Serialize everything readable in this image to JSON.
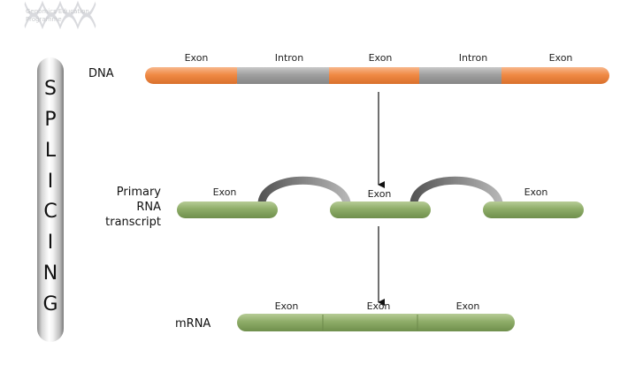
{
  "logo": {
    "icon": "dna-helix-icon",
    "line1": "Genomics Education",
    "line2": "Programme"
  },
  "side_title": [
    "S",
    "P",
    "L",
    "I",
    "C",
    "I",
    "N",
    "G"
  ],
  "rows": {
    "dna": {
      "label": "DNA",
      "segments": [
        "Exon",
        "Intron",
        "Exon",
        "Intron",
        "Exon"
      ]
    },
    "primary": {
      "label": [
        "Primary",
        "RNA",
        "transcript"
      ],
      "exons": [
        "Exon",
        "Exon",
        "Exon"
      ]
    },
    "mrna": {
      "label": "mRNA",
      "exons": [
        "Exon",
        "Exon",
        "Exon"
      ]
    }
  },
  "colors": {
    "exon_dna": "#f28c4a",
    "intron_dna": "#a3a3a3",
    "exon_rna": "#8fae6b",
    "intron_loop": "#7f7f7f",
    "arrow": "#111111"
  }
}
